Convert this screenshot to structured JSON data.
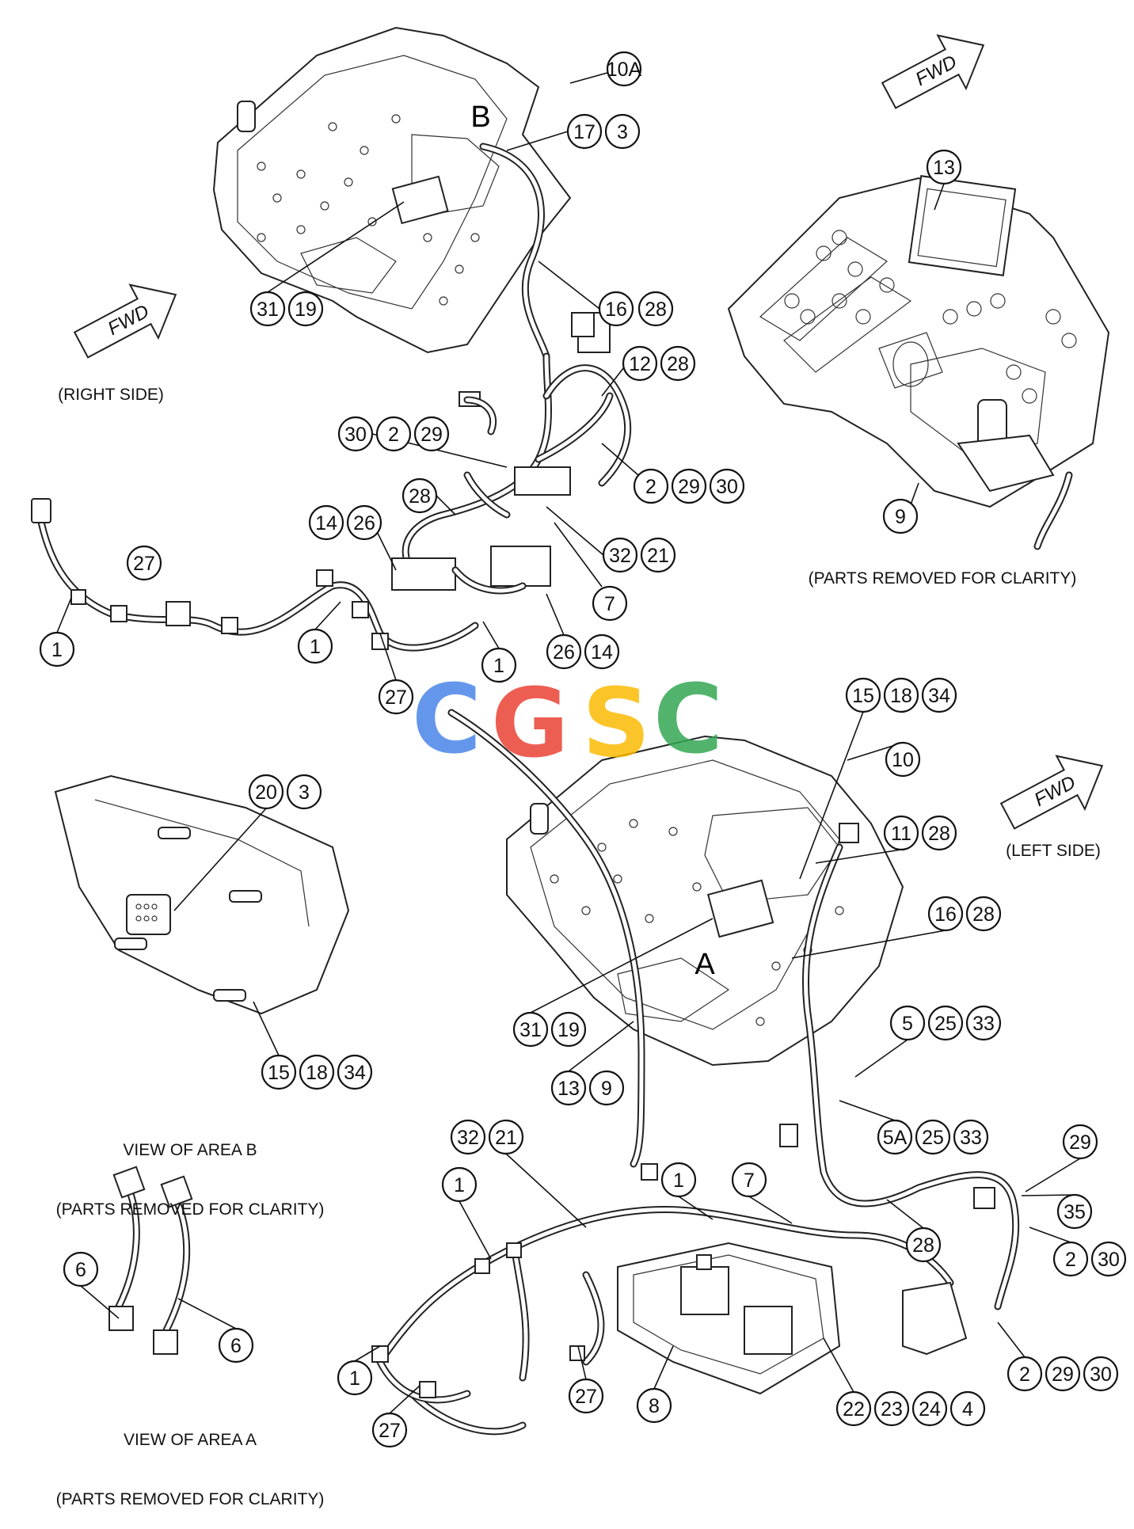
{
  "captions": {
    "right_side": "(RIGHT SIDE)",
    "left_side": "(LEFT SIDE)",
    "parts_removed": "(PARTS REMOVED FOR CLARITY)",
    "view_b_line1": "VIEW OF AREA B",
    "view_b_line2": "(PARTS REMOVED FOR CLARITY)",
    "view_a_line1": "VIEW OF AREA A",
    "view_a_line2": "(PARTS REMOVED FOR CLARITY)"
  },
  "area_labels": {
    "b": "B",
    "a": "A"
  },
  "fwd_label": "FWD",
  "watermark": {
    "text": "CGSC",
    "colors": [
      "#4a86e8",
      "#ea4335",
      "#fbbc04",
      "#34a853"
    ]
  },
  "callouts": [
    "10A",
    "17",
    "3",
    "13",
    "31",
    "19",
    "16",
    "28",
    "12",
    "28",
    "30",
    "2",
    "29",
    "2",
    "29",
    "30",
    "28",
    "14",
    "26",
    "32",
    "21",
    "7",
    "26",
    "14",
    "27",
    "1",
    "1",
    "1",
    "27",
    "9",
    "15",
    "18",
    "34",
    "10",
    "11",
    "28",
    "16",
    "28",
    "20",
    "3",
    "31",
    "19",
    "5",
    "25",
    "33",
    "13",
    "9",
    "15",
    "18",
    "34",
    "5A",
    "25",
    "33",
    "32",
    "21",
    "1",
    "1",
    "7",
    "29",
    "35",
    "28",
    "2",
    "30",
    "6",
    "6",
    "1",
    "27",
    "27",
    "8",
    "22",
    "23",
    "24",
    "4",
    "2",
    "29",
    "30"
  ]
}
